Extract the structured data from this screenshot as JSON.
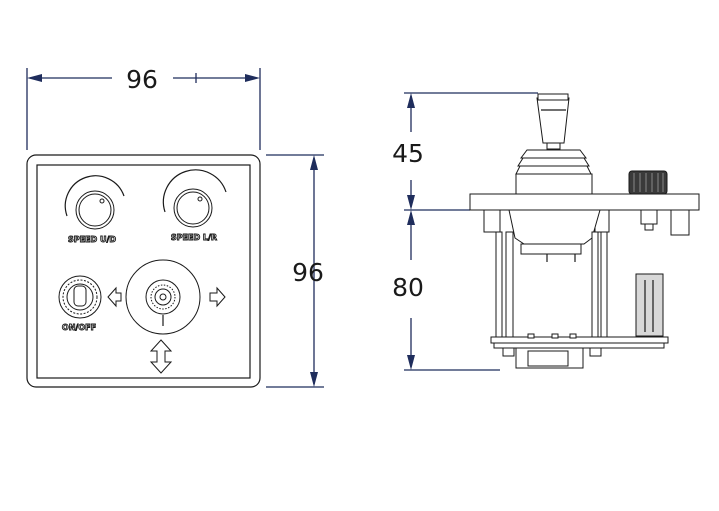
{
  "dimensions": {
    "front_width": "96",
    "front_height": "96",
    "side_upper_height": "45",
    "side_lower_height": "80"
  },
  "labels": {
    "speed_ud": "SPEED U/D",
    "speed_lr": "SPEED L/R",
    "on_off": "ON/OFF"
  },
  "colors": {
    "dimension_lines": "#1f2d5c",
    "drawing_lines": "#1a1a1a",
    "background": "#ffffff"
  }
}
